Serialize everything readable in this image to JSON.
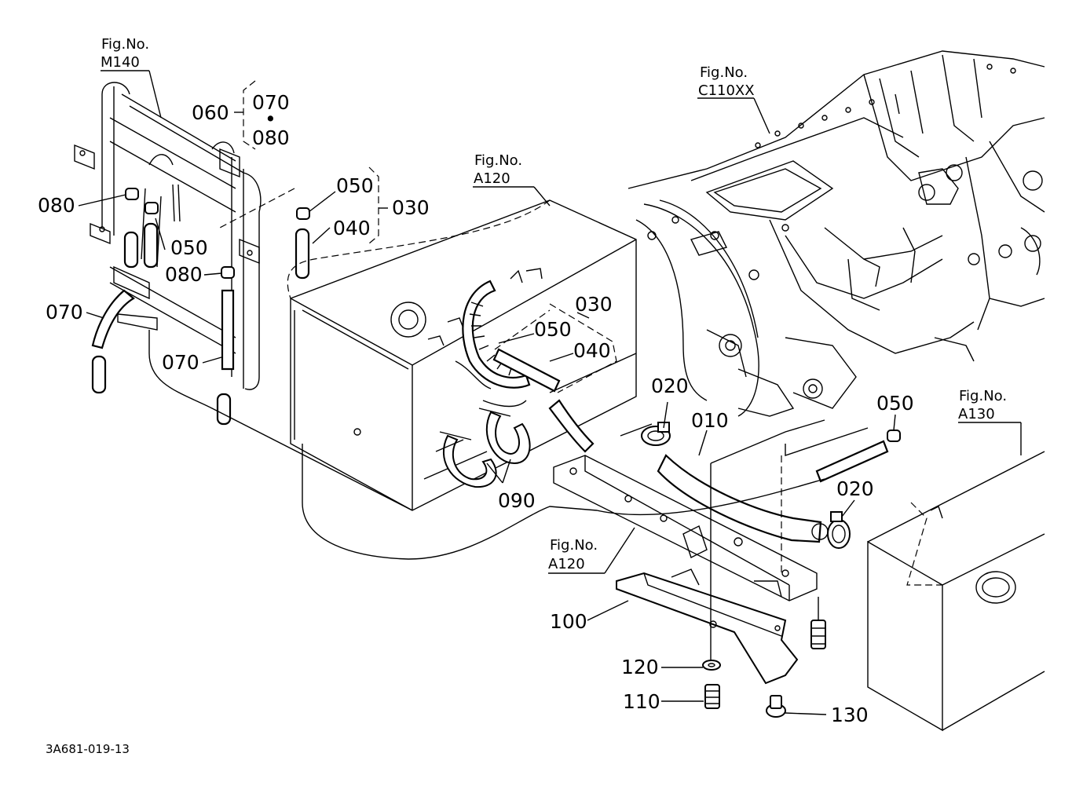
{
  "diagram": {
    "part_numbers": {
      "p010": "010",
      "p020a": "020",
      "p020b": "020",
      "p030a": "030",
      "p030b": "030",
      "p040a": "040",
      "p040b": "040",
      "p050a": "050",
      "p050b": "050",
      "p050c": "050",
      "p050d": "050",
      "p060": "060",
      "p070a": "070",
      "p070b": "070",
      "p070c": "070",
      "p080a": "080",
      "p080b": "080",
      "p080c": "080",
      "p090": "090",
      "p100": "100",
      "p110": "110",
      "p120": "120",
      "p130": "130",
      "bullet": "•"
    },
    "figure_refs": {
      "m140": {
        "label": "Fig.No.",
        "code": "M140"
      },
      "c110xx": {
        "label": "Fig.No.",
        "code": "C110XX"
      },
      "a120_top": {
        "label": "Fig.No.",
        "code": "A120"
      },
      "a120_bottom": {
        "label": "Fig.No.",
        "code": "A120"
      },
      "a130": {
        "label": "Fig.No.",
        "code": "A130"
      }
    },
    "drawing_code": "3A681-019-13"
  }
}
